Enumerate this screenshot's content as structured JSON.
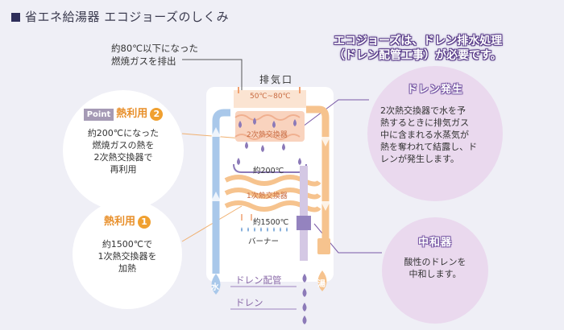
{
  "title": "省エネ給湯器 エコジョーズのしくみ",
  "exhaust_note": "約80℃以下になった\n燃焼ガスを排出",
  "exhaust_label": "排気口",
  "eco_banner": "エコジョーズは、ドレン排水処理\n（ドレン配管工事）が必要です。",
  "point_circle": {
    "tag": "Point",
    "heading": "熱利用",
    "number": "2",
    "body": "約200℃になった\n燃焼ガスの熱を\n2次熱交換器で\n再利用"
  },
  "heat1_circle": {
    "heading": "熱利用",
    "number": "1",
    "body": "約1500℃で\n1次熱交換器を\n加熱"
  },
  "drain_circle": {
    "heading": "ドレン発生",
    "body": "2次熱交換器で水を予\n熱するときに排気ガス\n中に含まれる水蒸気が\n熱を奪われて結露し、ド\nレンが発生します。"
  },
  "neutral_circle": {
    "heading": "中和器",
    "body": "酸性のドレンを\n中和します。"
  },
  "heater": {
    "temp_top": "50℃~80℃",
    "hx2_label": "2次熱交換器",
    "temp_mid": "約200℃",
    "hx1_label": "1次熱交換器",
    "temp_burner": "約1500℃",
    "burner_label": "バーナー"
  },
  "legend": {
    "drain_pipe": "ドレン配管",
    "drain": "ドレン"
  },
  "drops": {
    "water": "水",
    "hot_water": "湯"
  },
  "colors": {
    "water_blue": "#a9c8ea",
    "hot_orange": "#f6c38e",
    "purple_drop": "#8c7ab8",
    "lilac": "#ead9ee",
    "line_purple": "#7a5aa6"
  }
}
